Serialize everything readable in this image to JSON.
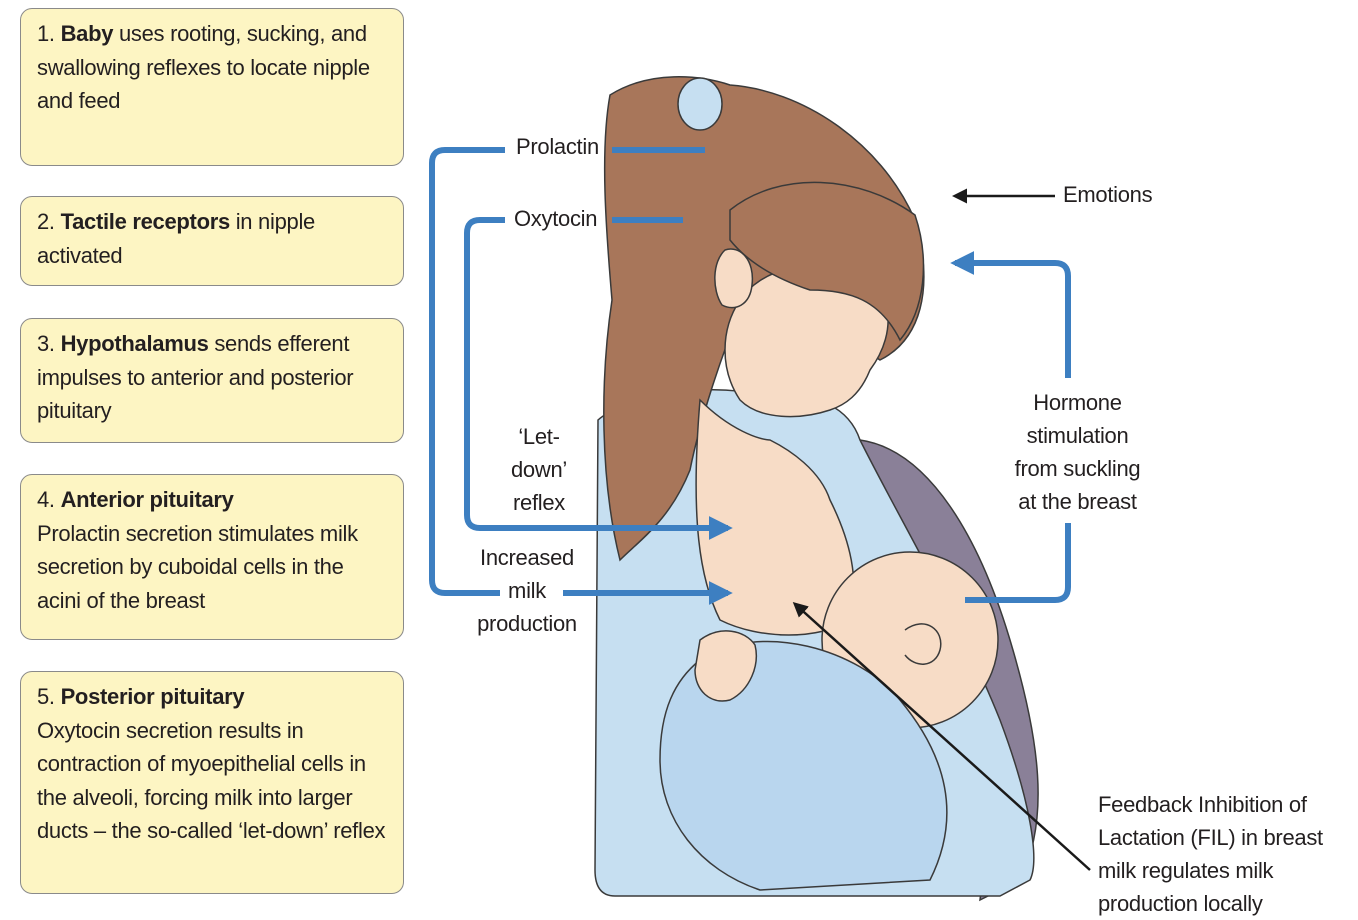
{
  "steps": [
    {
      "num": "1.",
      "bold": "Baby",
      "text": " uses rooting, sucking, and swallowing reflexes to locate nipple and feed"
    },
    {
      "num": "2.",
      "bold": "Tactile receptors",
      "text": " in nipple activated"
    },
    {
      "num": "3.",
      "bold": "Hypothalamus",
      "text": " sends efferent impulses to anterior and posterior pituitary"
    },
    {
      "num": "4.",
      "bold": "Anterior pituitary",
      "text": "Prolactin secretion stimulates milk secretion by cuboidal cells in the acini of the breast"
    },
    {
      "num": "5.",
      "bold": "Posterior pituitary",
      "text": "Oxytocin secretion results in contraction of myoepithelial cells in the alveoli, forcing milk into larger ducts – the so-called ‘let-down’ reflex"
    }
  ],
  "labels": {
    "prolactin": "Prolactin",
    "oxytocin": "Oxytocin",
    "emotions": "Emotions",
    "let_down": [
      "‘Let-",
      "down’",
      "reflex"
    ],
    "increased_milk": [
      "Increased",
      "milk",
      "production"
    ],
    "hormone_stimulation": [
      "Hormone",
      "stimulation",
      "from suckling",
      "at the breast"
    ],
    "fil": [
      "Feedback Inhibition of",
      "Lactation (FIL) in breast",
      "milk regulates milk",
      "production locally"
    ]
  },
  "colors": {
    "box_fill": "#fdf5c3",
    "arrow_blue": "#3d7fc1",
    "hair": "#a8765a",
    "skin": "#f7dcc6",
    "shirt": "#c6dff1",
    "chair": "#8a8098"
  }
}
